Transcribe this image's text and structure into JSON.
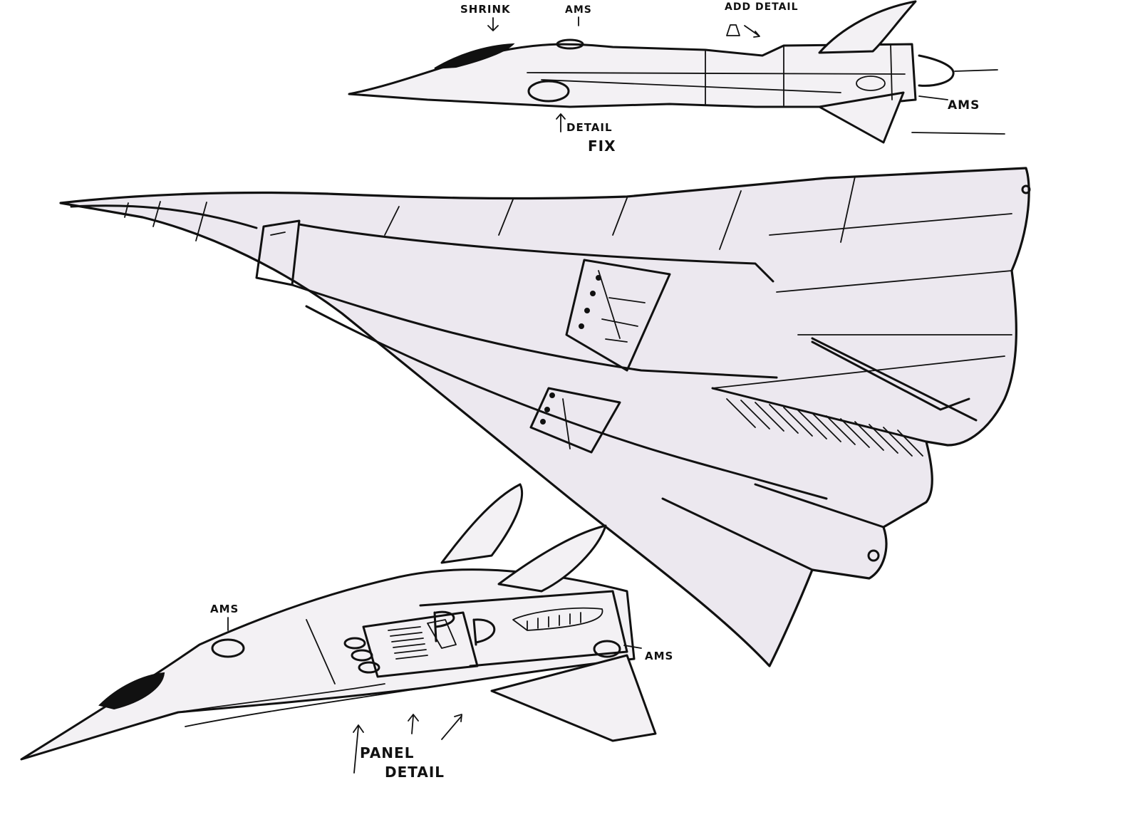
{
  "colors": {
    "paper": "#ffffff",
    "ink": "#111111",
    "fuselage_tint": "#ece8ef"
  },
  "sketches": [
    {
      "name": "side-view-aircraft"
    },
    {
      "name": "top-view-aircraft"
    },
    {
      "name": "three-quarter-view-aircraft"
    }
  ],
  "annotations": {
    "top_shrink": "SHRINK",
    "top_ams_top": "AMS",
    "top_add_detail": "ADD DETAIL",
    "top_ams_right": "AMS",
    "top_detail_fix_1": "DETAIL",
    "top_detail_fix_2": "FIX",
    "bottom_ams_left": "AMS",
    "bottom_ams_right": "AMS",
    "bottom_panel_detail_1": "PANEL",
    "bottom_panel_detail_2": "DETAIL"
  }
}
